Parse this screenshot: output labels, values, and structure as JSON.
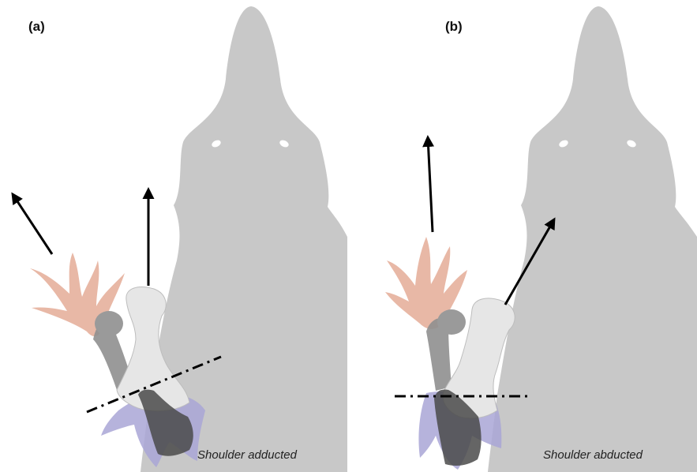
{
  "panels": [
    {
      "label": "(a)",
      "caption": "Shoulder adducted"
    },
    {
      "label": "(b)",
      "caption": "Shoulder abducted"
    }
  ],
  "colors": {
    "body": "#c8c8c8",
    "manus": "#e8b8a6",
    "pes": "#a9a6d6",
    "bone_light": "#e6e6e6",
    "bone_mid": "#8f8f8f",
    "bone_dark": "#4a4a4a",
    "arrow": "#000000"
  }
}
